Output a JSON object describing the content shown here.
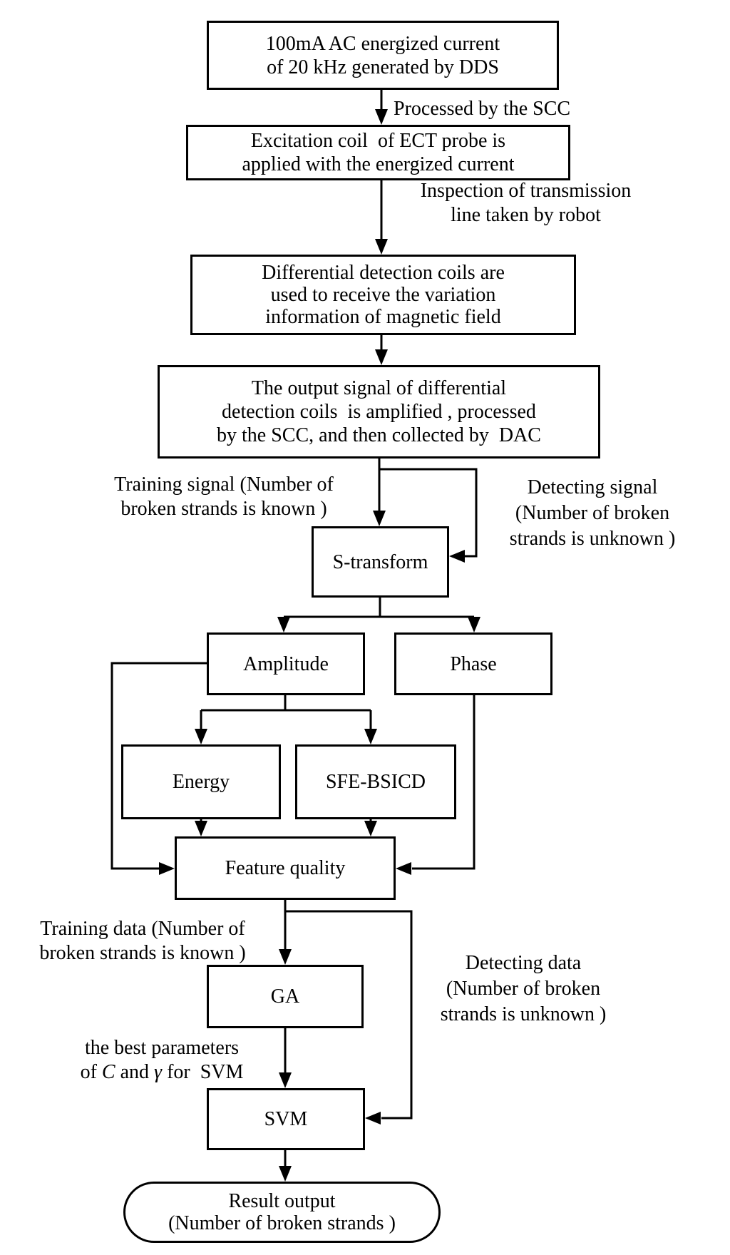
{
  "diagram": {
    "colors": {
      "stroke": "#000000",
      "background": "#ffffff",
      "text": "#000000"
    },
    "nodes": {
      "dds": {
        "lines": [
          "100mA AC energized current",
          "of 20 kHz generated by DDS"
        ]
      },
      "excitation": {
        "lines": [
          "Excitation coil  of ECT probe is",
          "applied with the energized current"
        ]
      },
      "detection_coils": {
        "lines": [
          "Differential detection coils are",
          "used to receive the variation",
          "information of magnetic field"
        ]
      },
      "output_signal": {
        "lines": [
          "The output signal of differential",
          "detection coils  is amplified , processed",
          "by the SCC, and then collected by  DAC"
        ]
      },
      "s_transform": {
        "lines": [
          "S-transform"
        ]
      },
      "amplitude": {
        "lines": [
          "Amplitude"
        ]
      },
      "phase": {
        "lines": [
          "Phase"
        ]
      },
      "energy": {
        "lines": [
          "Energy"
        ]
      },
      "sfe_bsicd": {
        "lines": [
          "SFE-BSICD"
        ]
      },
      "feature_quality": {
        "lines": [
          "Feature quality"
        ]
      },
      "ga": {
        "lines": [
          "GA"
        ]
      },
      "svm": {
        "lines": [
          "SVM"
        ]
      },
      "result": {
        "lines": [
          "Result output",
          "(Number of broken strands )"
        ]
      }
    },
    "edge_labels": {
      "processed_scc": {
        "lines": [
          "Processed by the SCC"
        ]
      },
      "inspection": {
        "lines": [
          "Inspection of transmission",
          "line taken by robot"
        ]
      },
      "training_signal": {
        "lines": [
          "Training signal (Number of",
          "broken strands is known )"
        ]
      },
      "detecting_signal": {
        "lines": [
          "Detecting signal",
          "(Number of broken",
          "strands is unknown )"
        ]
      },
      "training_data": {
        "lines": [
          "Training data (Number of",
          "broken strands is known )"
        ]
      },
      "detecting_data": {
        "lines": [
          "Detecting data",
          "(Number of broken",
          "strands is unknown )"
        ]
      },
      "best_params": {
        "line1": "the best parameters",
        "line2_parts": {
          "p1": "of ",
          "c": "C",
          "p2": " and ",
          "gamma": "γ",
          "p3": " for  SVM"
        }
      }
    }
  }
}
